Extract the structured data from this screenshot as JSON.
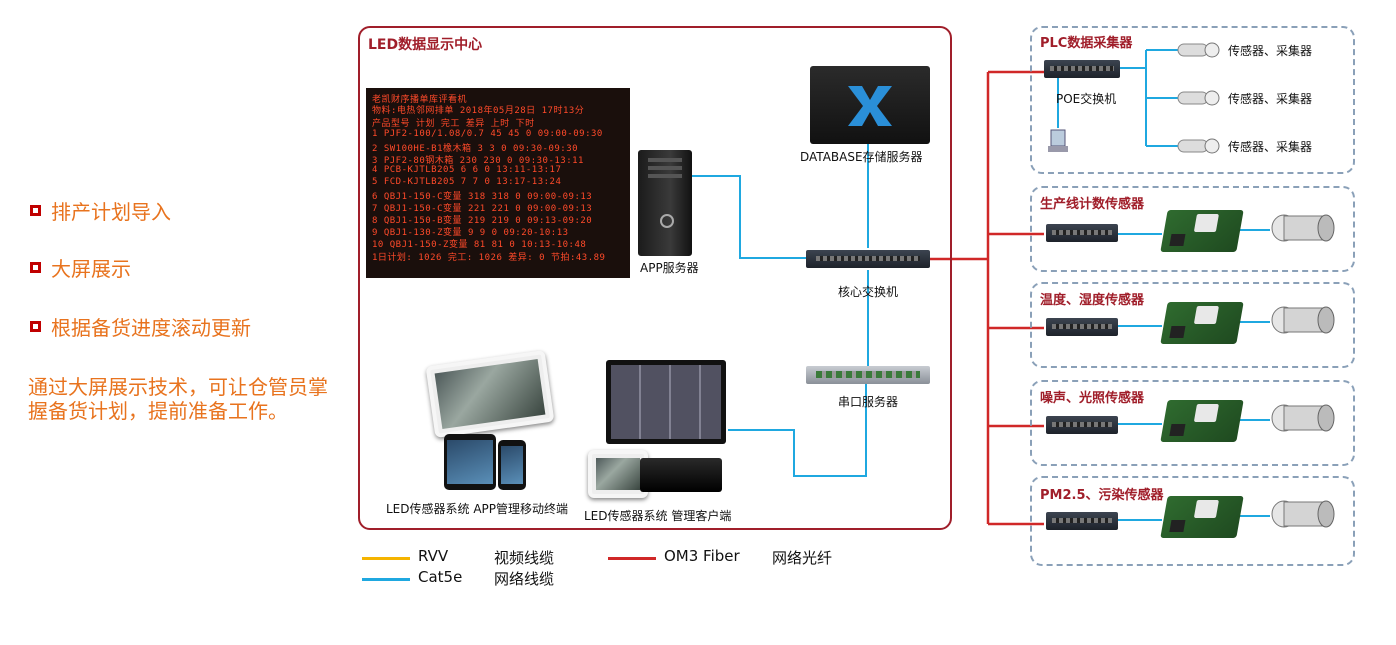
{
  "left_panel": {
    "bullets": [
      "排产计划导入",
      "大屏展示",
      "根据备货进度滚动更新"
    ],
    "description": "通过大屏展示技术，可让仓管员掌握备货计划，提前准备工作。"
  },
  "center": {
    "title": "LED数据显示中心",
    "app_server": "APP服务器",
    "db_server": "DATABASE存储服务器",
    "core_switch": "核心交换机",
    "serial_server": "串口服务器",
    "mobile_terminal": "LED传感器系统 APP管理移动终端",
    "client_terminal": "LED传感器系统 管理客户端",
    "led_rows": [
      "      老凯财序播单库评看机",
      "物料:电热邻网排单       2018年05月28日  17时13分",
      "        产品型号   计划 完工 差异 上时    下时",
      "1 PJF2-100/1.08/0.7  45  45   0  09:00-09:30",
      "2 SW100HE-B1橡木箱    3   3   0  09:30-09:30",
      "3 PJF2-80钢木箱     230 230   0  09:30-13:11",
      "4 PCB-KJTLB205        6   6   0  13:11-13:17",
      "5 FCD-KJTLB205       7   7   0  13:17-13:24",
      "6 QBJ1-150-C变量    318 318   0  09:00-09:13",
      "7 QBJ1-150-C变量    221 221   0  09:00-09:13",
      "8 QBJ1-150-B变量    219 219   0  09:13-09:20",
      "9 QBJ1-130-Z变量     9   9   0  09:20-10:13",
      "10 QBJ1-150-Z变量   81  81   0  10:13-10:48",
      "1日计划: 1026 完工: 1026 差异:  0 节拍:43.89"
    ]
  },
  "right": {
    "plc": {
      "title": "PLC数据采集器",
      "switch_label": "POE交换机",
      "sensors": [
        "传感器、采集器",
        "传感器、采集器",
        "传感器、采集器"
      ]
    },
    "groups": [
      "生产线计数传感器",
      "温度、湿度传感器",
      "噪声、光照传感器",
      "PM2.5、污染传感器"
    ]
  },
  "legend": {
    "items": [
      {
        "code": "RVV",
        "name": "视频线缆",
        "color": "#f5b400"
      },
      {
        "code": "Cat5e",
        "name": "网络线缆",
        "color": "#1fa8e0"
      },
      {
        "code": "OM3 Fiber",
        "name": "网络光纤",
        "color": "#d02828"
      }
    ]
  },
  "colors": {
    "accent_orange": "#e8731e",
    "frame_red": "#a01e2a",
    "fiber_red": "#d02828",
    "cat5e_blue": "#1fa8e0"
  }
}
